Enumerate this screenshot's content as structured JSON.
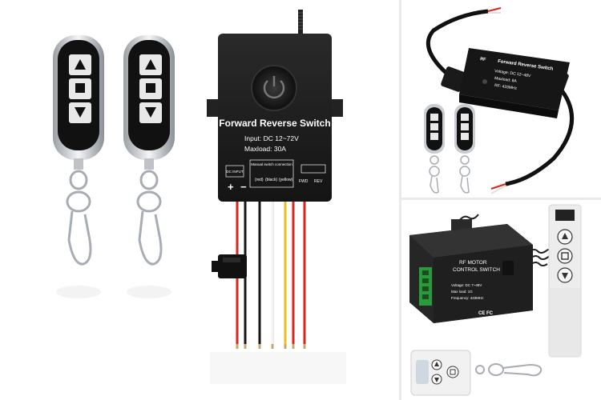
{
  "main_panel": {
    "module_title": "Forward Reverse Switch",
    "input_spec": "Input: DC 12~72V",
    "load_spec": "Maxload: 30A",
    "dc_input_label": "DC INPUT",
    "manual_switch_label": "Manual switch connection",
    "wire_red": "(red)",
    "wire_black": "(black)",
    "wire_yellow": "(yellow)",
    "fwd_label": "FWD",
    "rev_label": "REV",
    "plus_sign": "+",
    "minus_sign": "−"
  },
  "top_right_panel": {
    "header_rf": "RF",
    "module_title": "Forward Reverse Switch",
    "voltage_spec": "Voltage: DC 12~48V",
    "load_spec": "Maxload: 8A",
    "rf_spec": "RF: 433MHz"
  },
  "bottom_right_panel": {
    "title_line1": "RF MOTOR",
    "title_line2": "CONTROL SWITCH",
    "voltage_spec": "Voltage: DC 7~48V",
    "load_spec": "Max load: 1G",
    "frequency_spec": "Frequency: 433MHz",
    "cert_marks": "CE FC"
  },
  "colors": {
    "module_body": "#1c1c1c",
    "remote_body": "#111111",
    "chrome": "#c9ccd1",
    "wire_red": "#d8261f",
    "wire_yellow": "#e5c21f",
    "wire_white": "#f2f2f2",
    "terminal_green": "#2a9a3a",
    "white_remote": "#ededed"
  },
  "icons": [
    "power-icon",
    "arrow-up-icon",
    "stop-square-icon",
    "arrow-down-icon",
    "keyring-icon",
    "led-indicator-icon"
  ]
}
